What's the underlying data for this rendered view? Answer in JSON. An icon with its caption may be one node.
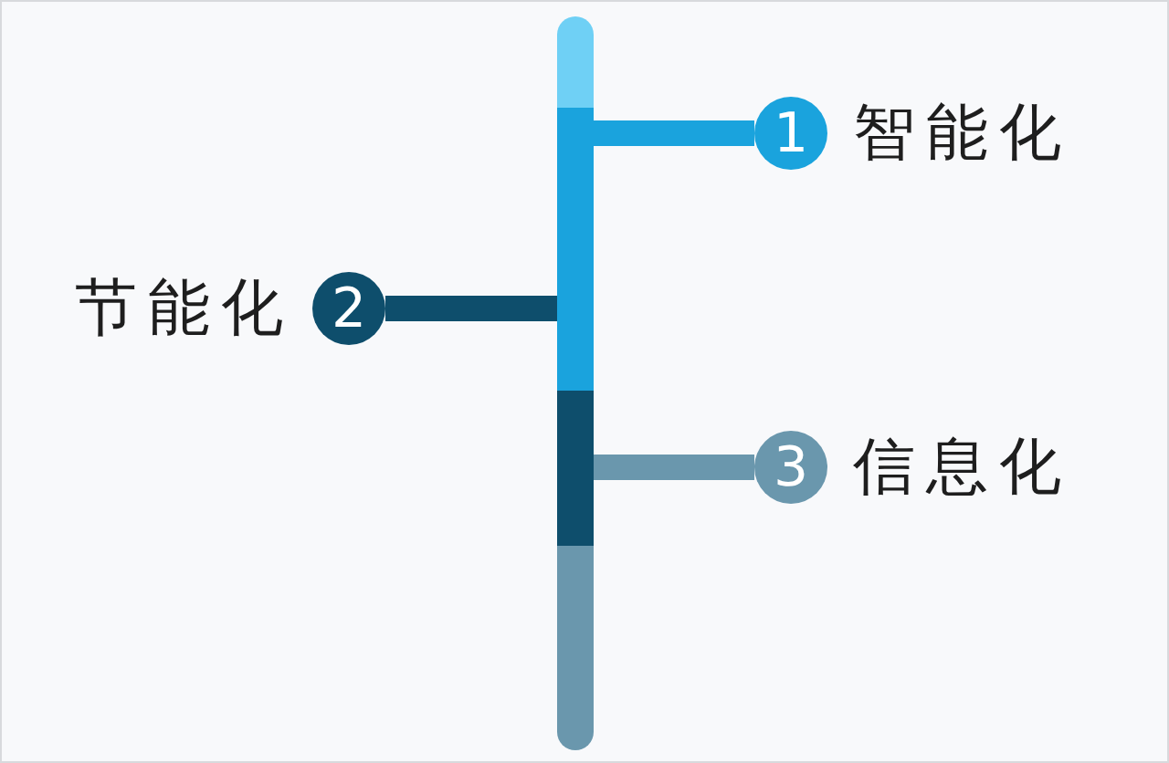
{
  "diagram": {
    "nodes": [
      {
        "text": [],
        "shape": "bar"
      },
      {
        "text": [
          "1"
        ],
        "beside": [
          "智能化"
        ]
      },
      {
        "text": [
          "2"
        ],
        "beside": [
          "节能化"
        ]
      },
      {
        "text": [
          "3"
        ],
        "beside": [
          "信息化"
        ]
      }
    ],
    "edges": [
      {
        "from": 0,
        "to": 1,
        "arrow": "none",
        "color": "#1aa3dd"
      },
      {
        "from": 0,
        "to": 2,
        "arrow": "none",
        "color": "#0e4e6c"
      },
      {
        "from": 0,
        "to": 3,
        "arrow": "none",
        "color": "#6a97ad"
      }
    ]
  }
}
